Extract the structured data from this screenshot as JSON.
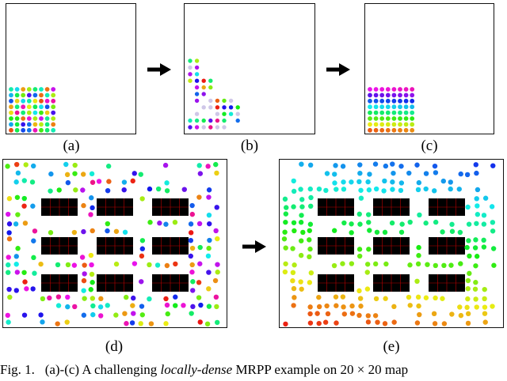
{
  "figure": {
    "labels": {
      "a": "(a)",
      "b": "(b)",
      "c": "(c)",
      "d": "(d)",
      "e": "(e)"
    },
    "caption": {
      "prefix": "Fig. 1.",
      "text_before": "(a)-(c) A challenging",
      "emphasis": "locally-dense",
      "text_after": "MRPP example on 20 × 20 map"
    }
  }
}
